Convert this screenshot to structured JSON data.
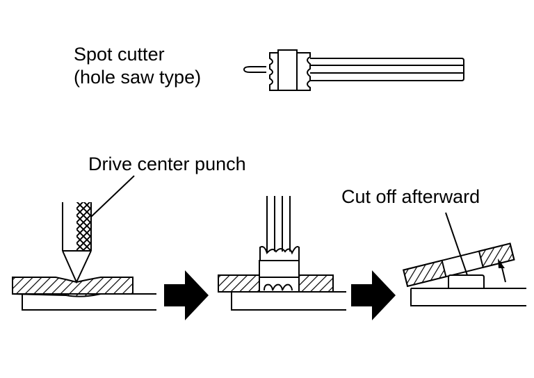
{
  "diagram": {
    "labels": {
      "spot_cutter_line1": "Spot cutter",
      "spot_cutter_line2": "(hole saw type)",
      "drive_center_punch": "Drive center punch",
      "cut_off_afterward": "Cut off afterward"
    },
    "steps": [
      {
        "name": "punch-center",
        "description": "Drive center punch into spot weld"
      },
      {
        "name": "cut-spot-weld",
        "description": "Drill spot weld with spot cutter"
      },
      {
        "name": "remove-panel",
        "description": "Cut off afterward / lift panel"
      }
    ],
    "colors": {
      "ink": "#000000",
      "background": "#ffffff"
    }
  }
}
